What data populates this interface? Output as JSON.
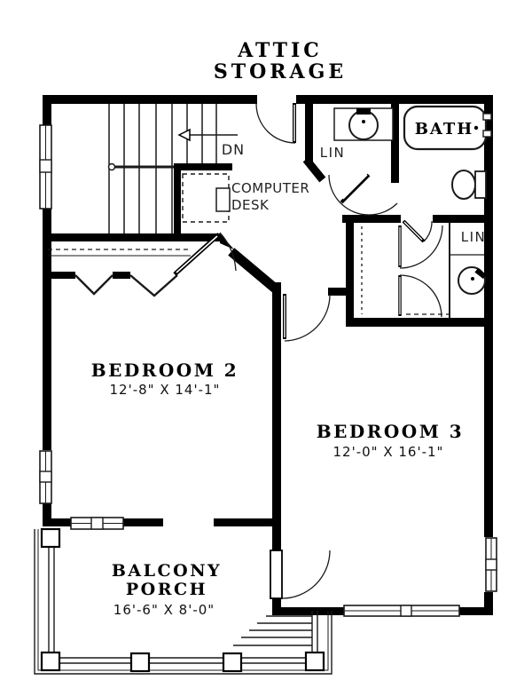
{
  "title": {
    "line1": "ATTIC",
    "line2": "STORAGE"
  },
  "rooms": {
    "bedroom2": {
      "name": "BEDROOM 2",
      "dims": "12'-8\" X 14'-1\""
    },
    "bedroom3": {
      "name": "BEDROOM 3",
      "dims": "12'-0\" X 16'-1\""
    },
    "balcony_porch": {
      "line1": "BALCONY",
      "line2": "PORCH",
      "dims": "16'-6\" X 8'-0\""
    },
    "bath": {
      "name": "BATH"
    },
    "linen_upper": {
      "name": "LIN"
    },
    "linen_lower": {
      "name": "LIN"
    },
    "computer_desk": {
      "line1": "COMPUTER",
      "line2": "DESK"
    },
    "stairs": {
      "direction_label": "DN"
    }
  },
  "colors": {
    "wall": "#000000",
    "background": "#ffffff",
    "line": "#1a1a1a"
  }
}
